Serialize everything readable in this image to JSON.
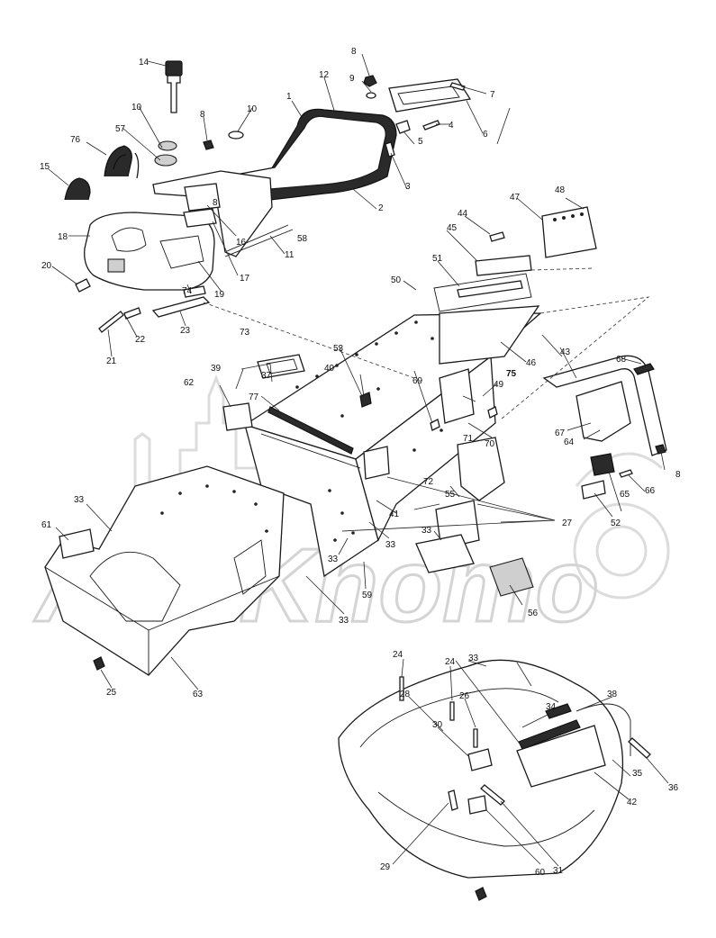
{
  "watermark": {
    "text": "AeriKhomo"
  },
  "callouts": [
    {
      "id": "c1",
      "text": "1"
    },
    {
      "id": "c2",
      "text": "2"
    },
    {
      "id": "c3",
      "text": "3"
    },
    {
      "id": "c4",
      "text": "4"
    },
    {
      "id": "c5",
      "text": "5"
    },
    {
      "id": "c6",
      "text": "6"
    },
    {
      "id": "c7",
      "text": "7"
    },
    {
      "id": "c8a",
      "text": "8"
    },
    {
      "id": "c8b",
      "text": "8"
    },
    {
      "id": "c8c",
      "text": "8"
    },
    {
      "id": "c8d",
      "text": "8"
    },
    {
      "id": "c9",
      "text": "9"
    },
    {
      "id": "c10a",
      "text": "10"
    },
    {
      "id": "c10b",
      "text": "10"
    },
    {
      "id": "c11",
      "text": "11"
    },
    {
      "id": "c12",
      "text": "12"
    },
    {
      "id": "c14",
      "text": "14"
    },
    {
      "id": "c15",
      "text": "15"
    },
    {
      "id": "c16",
      "text": "16"
    },
    {
      "id": "c17",
      "text": "17"
    },
    {
      "id": "c18",
      "text": "18"
    },
    {
      "id": "c19",
      "text": "19"
    },
    {
      "id": "c20",
      "text": "20"
    },
    {
      "id": "c21",
      "text": "21"
    },
    {
      "id": "c22",
      "text": "22"
    },
    {
      "id": "c23",
      "text": "23"
    },
    {
      "id": "c24a",
      "text": "24"
    },
    {
      "id": "c24b",
      "text": "24"
    },
    {
      "id": "c25",
      "text": "25"
    },
    {
      "id": "c26",
      "text": "26"
    },
    {
      "id": "c27",
      "text": "27"
    },
    {
      "id": "c28",
      "text": "28"
    },
    {
      "id": "c29",
      "text": "29"
    },
    {
      "id": "c30",
      "text": "30"
    },
    {
      "id": "c31",
      "text": "31"
    },
    {
      "id": "c33a",
      "text": "33"
    },
    {
      "id": "c33b",
      "text": "33"
    },
    {
      "id": "c33c",
      "text": "33"
    },
    {
      "id": "c33d",
      "text": "33"
    },
    {
      "id": "c33e",
      "text": "33"
    },
    {
      "id": "c33f",
      "text": "33"
    },
    {
      "id": "c34",
      "text": "34"
    },
    {
      "id": "c35",
      "text": "35"
    },
    {
      "id": "c36",
      "text": "36"
    },
    {
      "id": "c37",
      "text": "37"
    },
    {
      "id": "c38",
      "text": "38"
    },
    {
      "id": "c39",
      "text": "39"
    },
    {
      "id": "c40",
      "text": "40"
    },
    {
      "id": "c41",
      "text": "41"
    },
    {
      "id": "c42",
      "text": "42"
    },
    {
      "id": "c43",
      "text": "43"
    },
    {
      "id": "c44",
      "text": "44"
    },
    {
      "id": "c45",
      "text": "45"
    },
    {
      "id": "c46",
      "text": "46"
    },
    {
      "id": "c47",
      "text": "47"
    },
    {
      "id": "c48",
      "text": "48"
    },
    {
      "id": "c49",
      "text": "49"
    },
    {
      "id": "c50",
      "text": "50"
    },
    {
      "id": "c51",
      "text": "51"
    },
    {
      "id": "c52",
      "text": "52"
    },
    {
      "id": "c53",
      "text": "53"
    },
    {
      "id": "c55",
      "text": "55"
    },
    {
      "id": "c56",
      "text": "56"
    },
    {
      "id": "c57",
      "text": "57"
    },
    {
      "id": "c58",
      "text": "58"
    },
    {
      "id": "c59",
      "text": "59"
    },
    {
      "id": "c60",
      "text": "60"
    },
    {
      "id": "c61",
      "text": "61"
    },
    {
      "id": "c62",
      "text": "62"
    },
    {
      "id": "c63",
      "text": "63"
    },
    {
      "id": "c64",
      "text": "64"
    },
    {
      "id": "c65",
      "text": "65"
    },
    {
      "id": "c66",
      "text": "66"
    },
    {
      "id": "c67",
      "text": "67"
    },
    {
      "id": "c68",
      "text": "68"
    },
    {
      "id": "c69",
      "text": "69"
    },
    {
      "id": "c70",
      "text": "70"
    },
    {
      "id": "c71",
      "text": "71"
    },
    {
      "id": "c72",
      "text": "72"
    },
    {
      "id": "c73",
      "text": "73"
    },
    {
      "id": "c74",
      "text": "74"
    },
    {
      "id": "c75",
      "text": "75"
    },
    {
      "id": "c76",
      "text": "76"
    },
    {
      "id": "c77",
      "text": "77"
    }
  ]
}
